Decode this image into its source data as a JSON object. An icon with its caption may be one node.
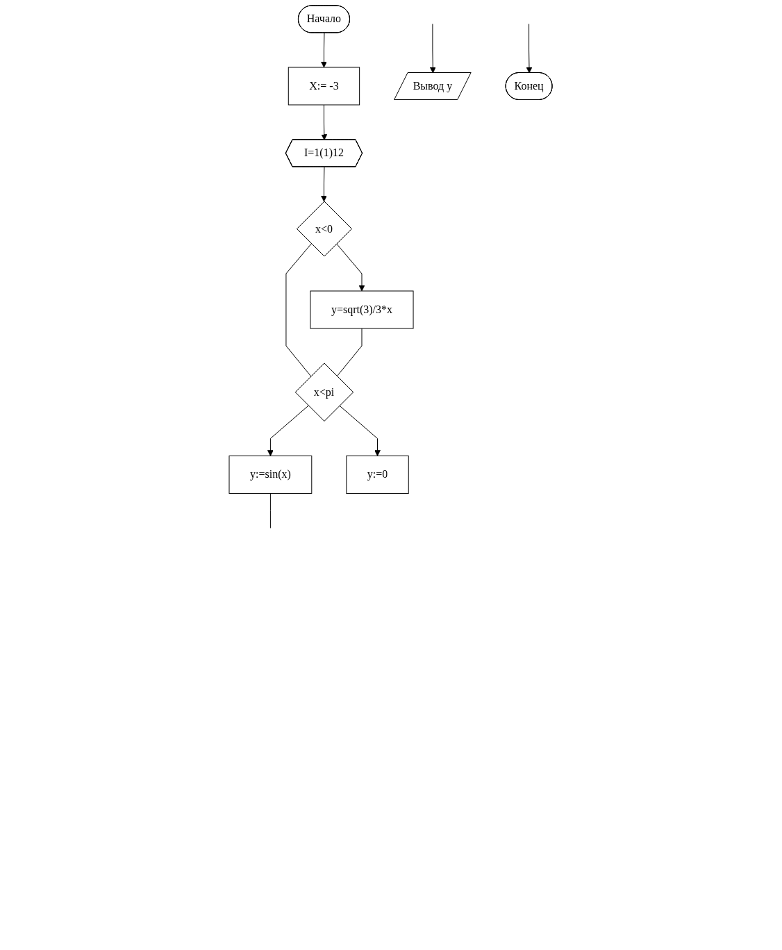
{
  "diagram": {
    "nodes": [
      {
        "text": [
          "Начало"
        ]
      },
      {
        "text": [
          "X:= -3"
        ]
      },
      {
        "text": [
          "I=1(1)12"
        ]
      },
      {
        "text": [
          "x<0"
        ]
      },
      {
        "text": [
          "y=sqrt(3)/3*x"
        ]
      },
      {
        "text": [
          "x<pi"
        ]
      },
      {
        "text": [
          "y:=sin(x)"
        ]
      },
      {
        "text": [
          "y:=0"
        ]
      },
      {
        "text": [
          "Вывод y"
        ]
      },
      {
        "text": [
          "Конец"
        ]
      }
    ],
    "edges": [
      {
        "from": 0,
        "to": 1,
        "arrow": "to"
      },
      {
        "from": 1,
        "to": 2,
        "arrow": "to"
      },
      {
        "from": 2,
        "to": 3,
        "arrow": "to"
      },
      {
        "from": 3,
        "to": 4,
        "arrow": "to"
      },
      {
        "from": 3,
        "to": 5,
        "arrow": "none"
      },
      {
        "from": 4,
        "to": 5,
        "arrow": "none"
      },
      {
        "from": 5,
        "to": 6,
        "arrow": "to"
      },
      {
        "from": 5,
        "to": 7,
        "arrow": "to"
      },
      {
        "from": 6,
        "to": null,
        "arrow": "none"
      },
      {
        "from": null,
        "to": 8,
        "arrow": "to"
      },
      {
        "from": null,
        "to": 9,
        "arrow": "to"
      }
    ]
  }
}
